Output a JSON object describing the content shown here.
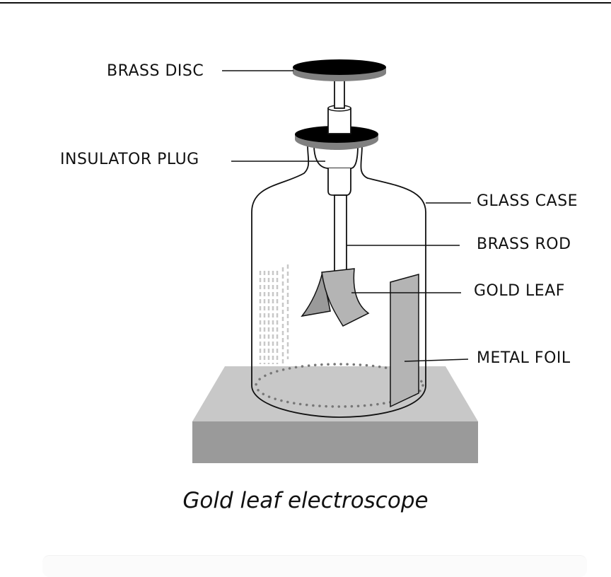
{
  "diagram": {
    "title": "Gold leaf electroscope",
    "labels": {
      "brass_disc": "BRASS DISC",
      "insulator_plug": "INSULATOR PLUG",
      "glass_case": "GLASS CASE",
      "brass_rod": "BRASS ROD",
      "gold_leaf": "GOLD LEAF",
      "metal_foil": "METAL FOIL"
    },
    "colors": {
      "disc_top": "#000000",
      "disc_rim": "#808080",
      "leaf": "#b4b4b4",
      "leaf_back": "#9a9a9a",
      "base_top": "#c8c8c8",
      "base_front": "#9a9a9a",
      "dots": "#777777",
      "stroke": "#111111"
    }
  }
}
